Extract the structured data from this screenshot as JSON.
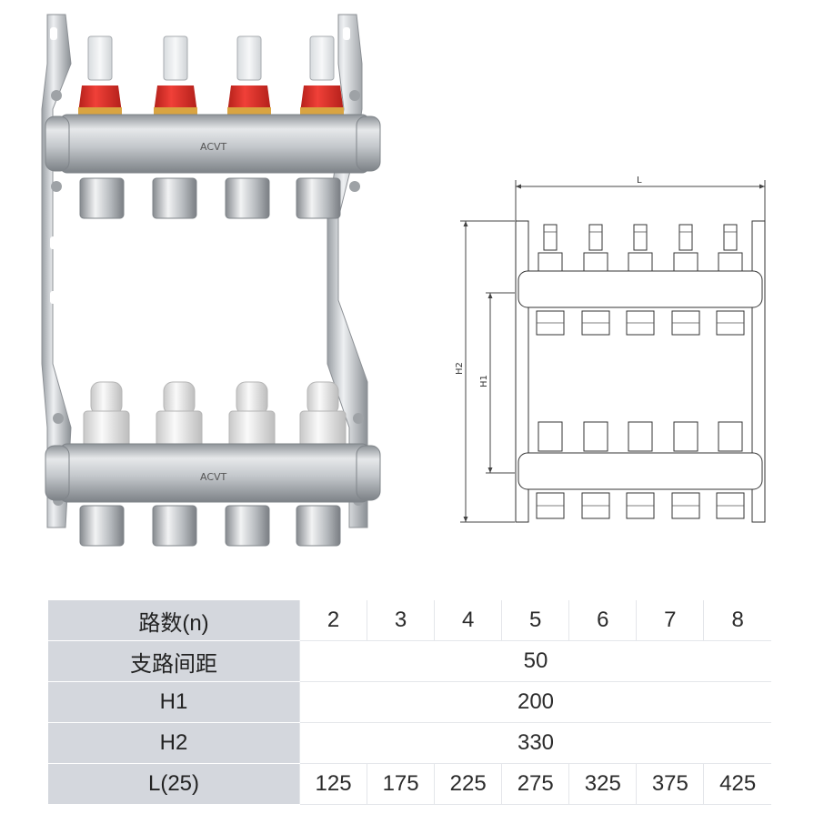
{
  "brand": {
    "logo_text": "ACVT"
  },
  "drawing": {
    "label_l": "L",
    "label_h1": "H1",
    "label_h2": "H2"
  },
  "table": {
    "rows": [
      {
        "label": "路数(n)",
        "cells": [
          "2",
          "3",
          "4",
          "5",
          "6",
          "7",
          "8"
        ]
      },
      {
        "label": "支路间距",
        "span_value": "50"
      },
      {
        "label": "H1",
        "span_value": "200"
      },
      {
        "label": "H2",
        "span_value": "330"
      },
      {
        "label": "L(25)",
        "cells": [
          "125",
          "175",
          "225",
          "275",
          "325",
          "375",
          "425"
        ]
      }
    ]
  },
  "colors": {
    "steel": "#b9bdc2",
    "flow_cap_red": "#e8322b",
    "table_header_bg": "#d4d7dd",
    "valve_cap_white": "#e9e9e9"
  }
}
